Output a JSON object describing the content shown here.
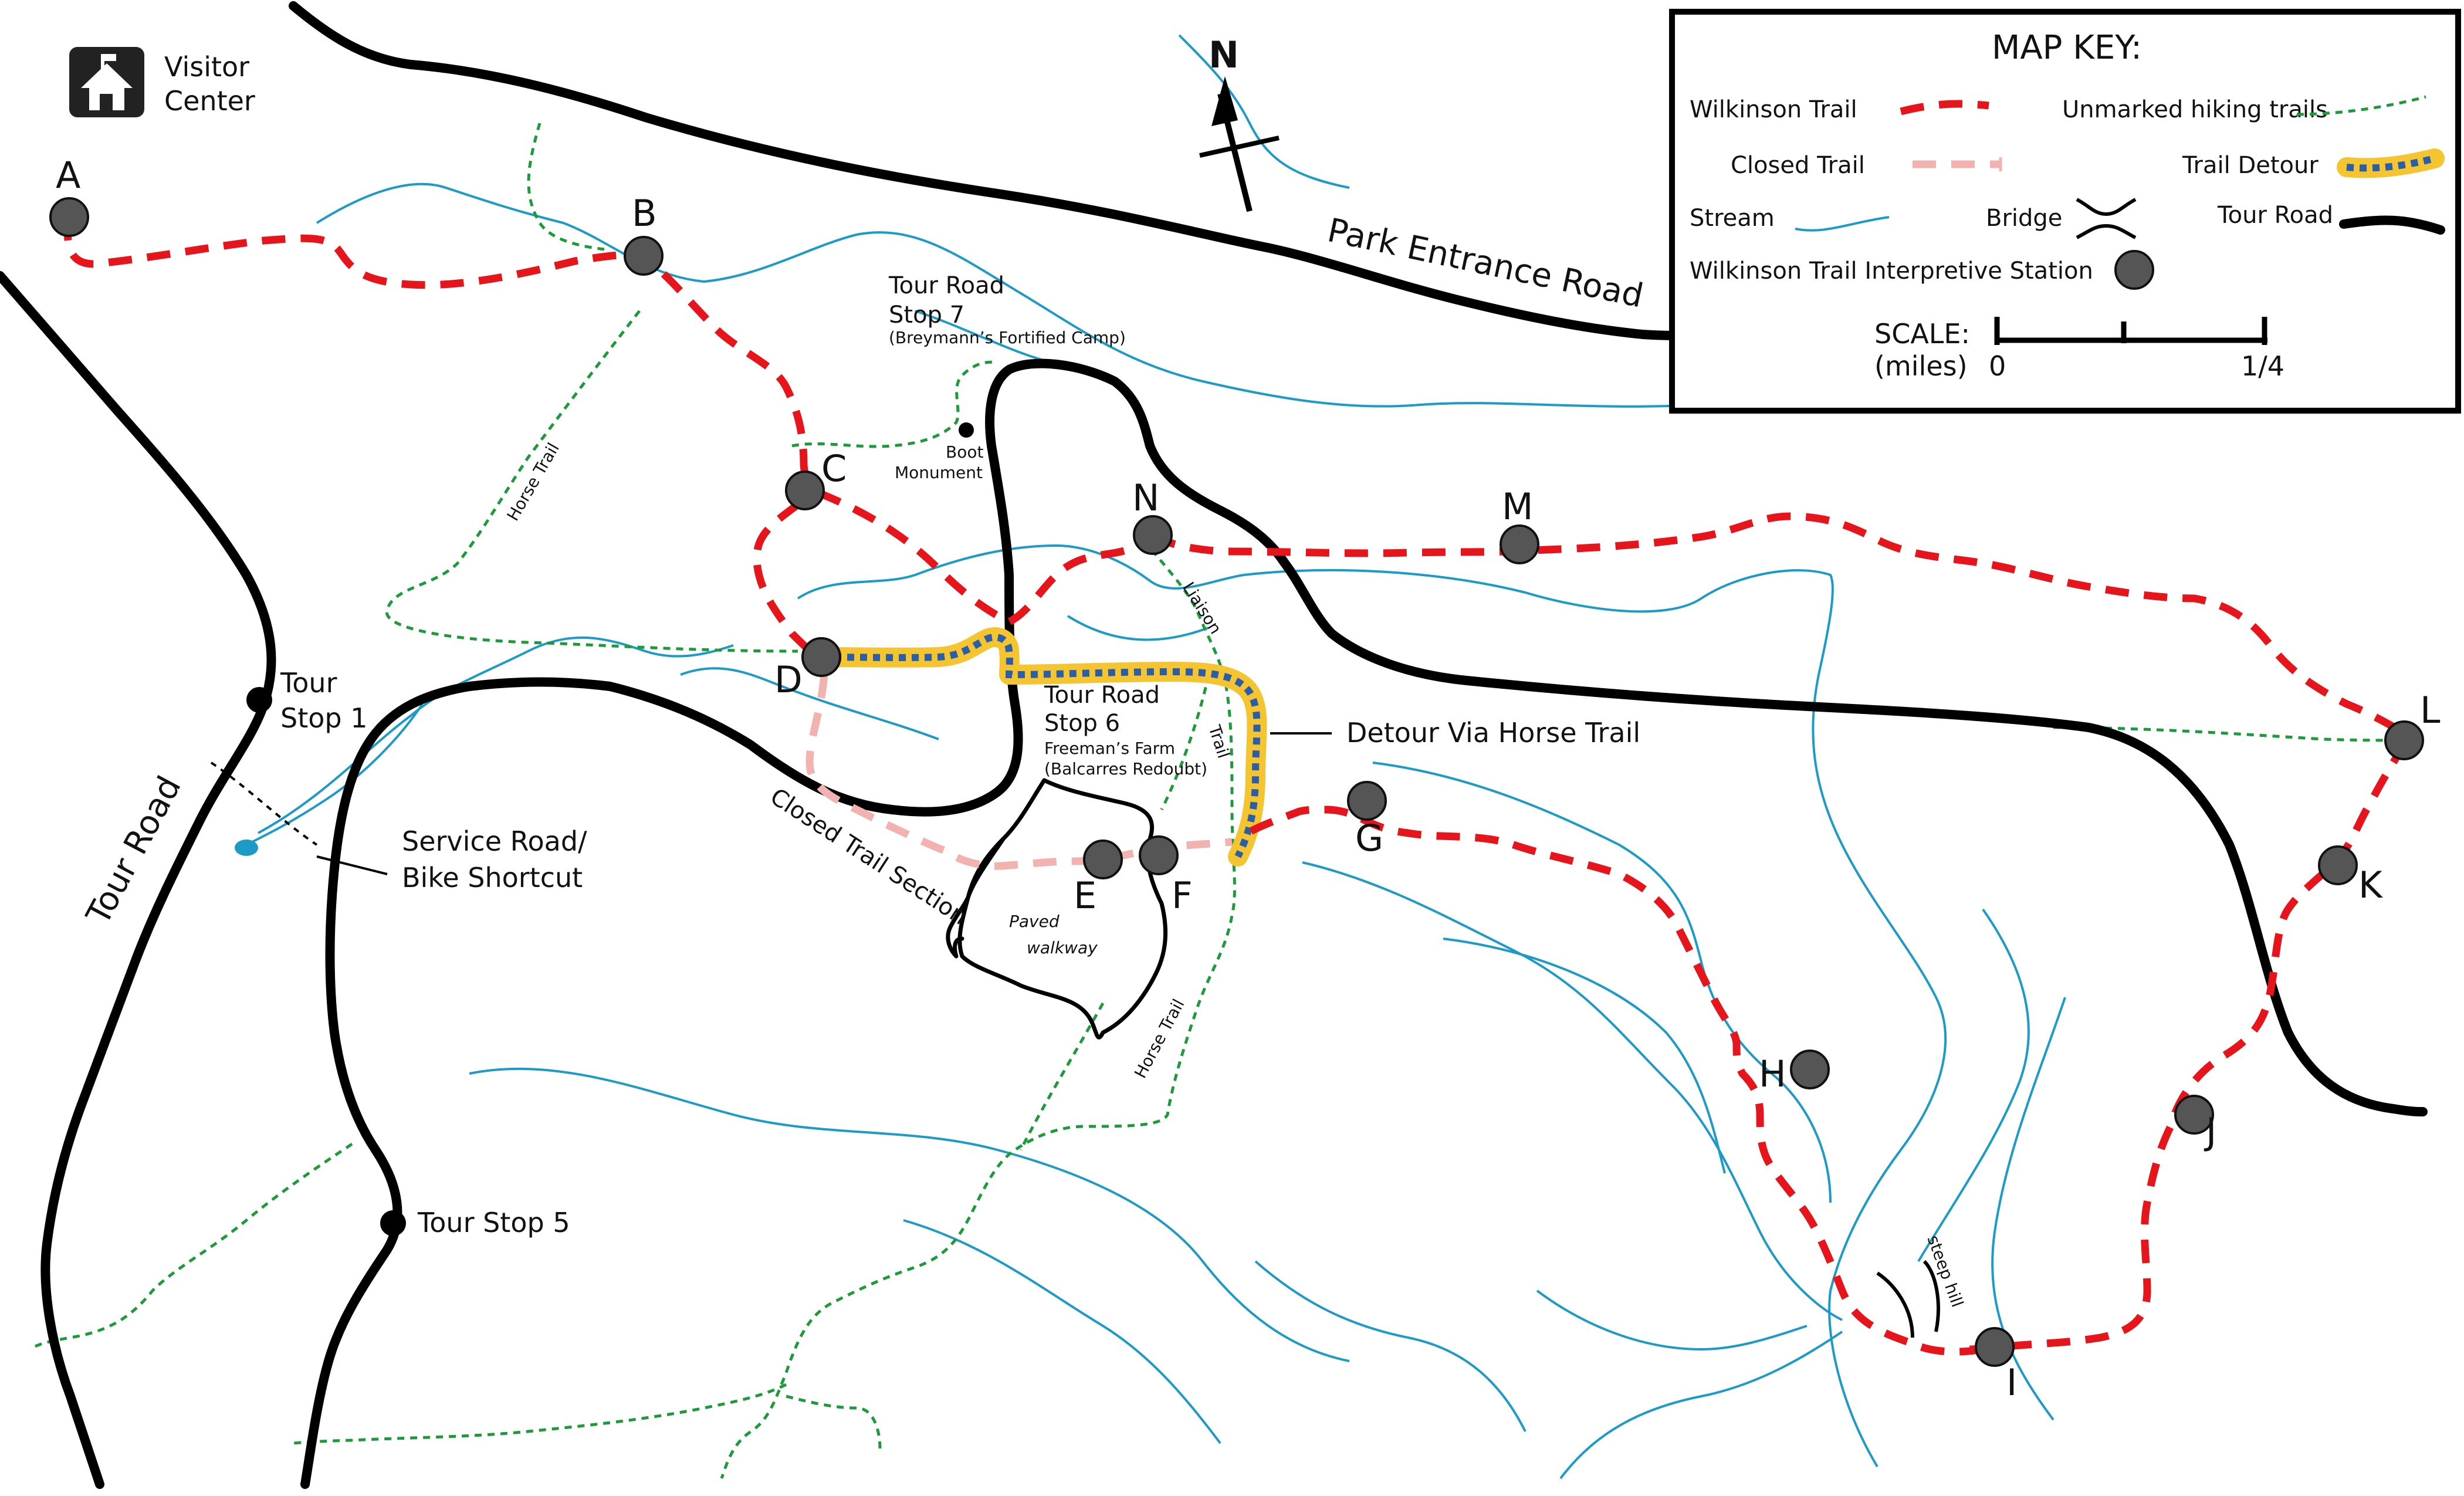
{
  "map": {
    "visitor_center": {
      "line1": "Visitor",
      "line2": "Center",
      "icon": "visitor-center-icon"
    },
    "north_label": "N",
    "key": {
      "title": "MAP KEY:",
      "wilkinson_trail": "Wilkinson Trail",
      "unmarked_trails": "Unmarked hiking trails",
      "closed_trail": "Closed Trail",
      "trail_detour": "Trail Detour",
      "stream": "Stream",
      "bridge": "Bridge",
      "tour_road": "Tour Road",
      "station": "Wilkinson Trail Interpretive Station",
      "scale_label_1": "SCALE:",
      "scale_label_2": "(miles)",
      "scale_zero": "0",
      "scale_quarter": "1/4"
    },
    "labels": {
      "park_entrance_road": "Park Entrance Road",
      "tour_road": "Tour Road",
      "tour_stop_1_a": "Tour",
      "tour_stop_1_b": "Stop 1",
      "tour_stop_5": "Tour Stop 5",
      "service_road_1": "Service Road/",
      "service_road_2": "Bike Shortcut",
      "horse_trail": "Horse Trail",
      "tour_stop_7_a": "Tour Road",
      "tour_stop_7_b": "Stop 7",
      "tour_stop_7_c": "(Breymann’s Fortified Camp)",
      "boot_1": "Boot",
      "boot_2": "Monument",
      "tour_stop_6_a": "Tour Road",
      "tour_stop_6_b": "Stop 6",
      "tour_stop_6_c": "Freeman’s Farm",
      "tour_stop_6_d": "(Balcarres Redoubt)",
      "liaison": "Liaison",
      "trail": "Trail",
      "detour": "Detour Via Horse Trail",
      "closed_section": "Closed Trail Section",
      "paved_1": "Paved",
      "paved_2": "walkway",
      "steep_hill": "steep hill"
    },
    "stations": [
      "A",
      "B",
      "C",
      "D",
      "E",
      "F",
      "G",
      "H",
      "I",
      "J",
      "K",
      "L",
      "M",
      "N"
    ]
  }
}
